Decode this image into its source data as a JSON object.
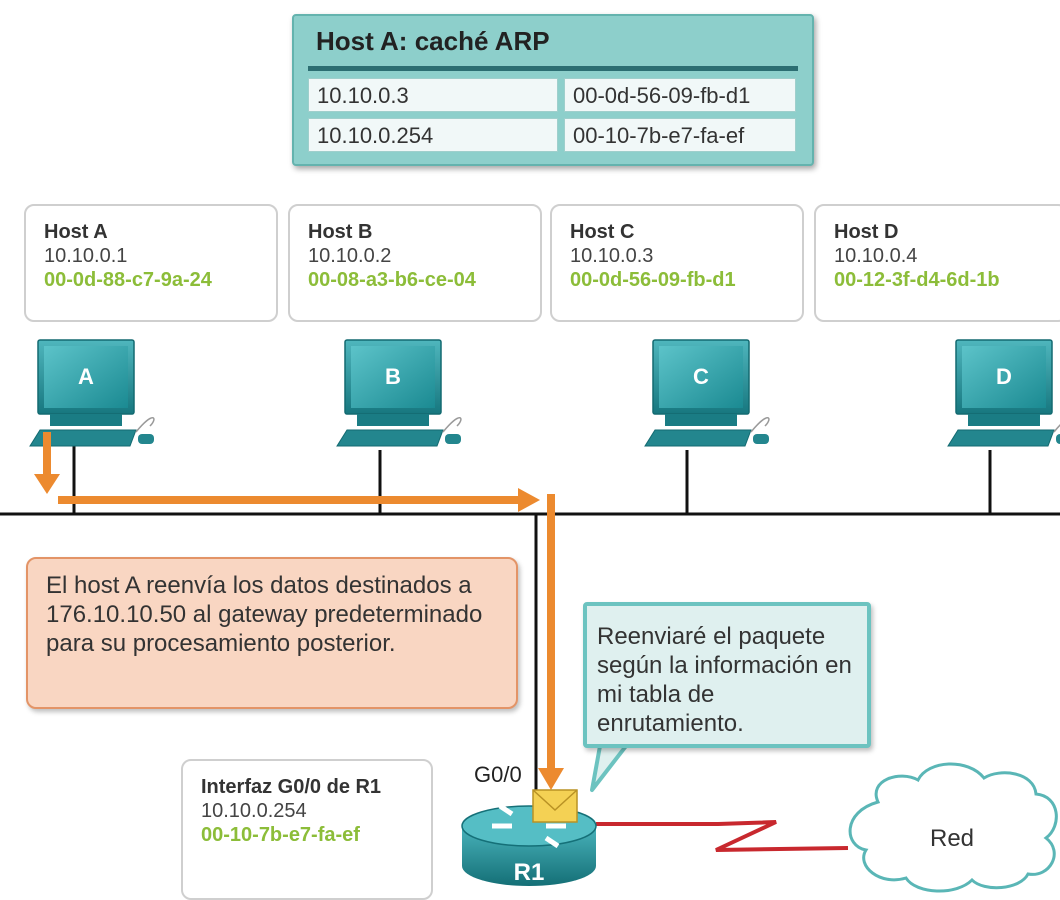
{
  "arp_cache": {
    "title": "Host A: caché ARP",
    "rows": [
      {
        "ip": "10.10.0.3",
        "mac": "00-0d-56-09-fb-d1"
      },
      {
        "ip": "10.10.0.254",
        "mac": "00-10-7b-e7-fa-ef"
      }
    ]
  },
  "hosts": [
    {
      "name": "Host A",
      "ip": "10.10.0.1",
      "mac": "00-0d-88-c7-9a-24",
      "letter": "A"
    },
    {
      "name": "Host B",
      "ip": "10.10.0.2",
      "mac": "00-08-a3-b6-ce-04",
      "letter": "B"
    },
    {
      "name": "Host C",
      "ip": "10.10.0.3",
      "mac": "00-0d-56-09-fb-d1",
      "letter": "C"
    },
    {
      "name": "Host D",
      "ip": "10.10.0.4",
      "mac": "00-12-3f-d4-6d-1b",
      "letter": "D"
    }
  ],
  "callouts": {
    "host_a_forward": "El host A reenvía los datos destinados a 176.10.10.50 al gateway predeterminado para su procesamiento posterior.",
    "router_forward": "Reenviaré el paquete según la información en mi tabla de enrutamiento."
  },
  "router": {
    "name": "R1",
    "interface_label": "G0/0",
    "card_title": "Interfaz G0/0 de R1",
    "ip": "10.10.0.254",
    "mac": "00-10-7b-e7-fa-ef"
  },
  "cloud": {
    "label": "Red"
  },
  "colors": {
    "teal": "#1f8c95",
    "arrow_orange": "#ec8a2f",
    "mac_green": "#8cbd39",
    "wan_red": "#c8282e",
    "callout_orange_bg": "#f9d6c2",
    "callout_teal_bg": "#dff0ef"
  }
}
